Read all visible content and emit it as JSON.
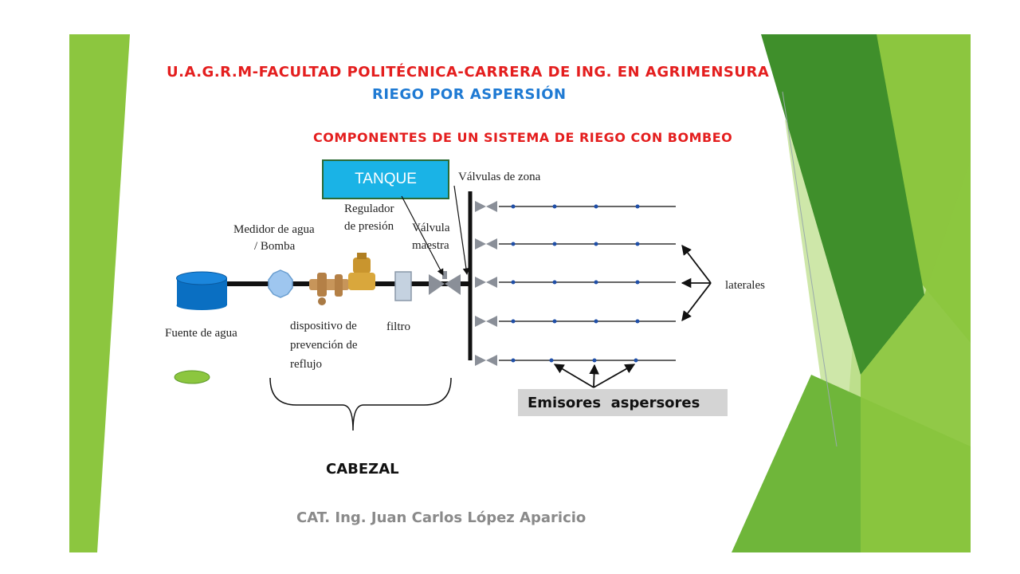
{
  "header": {
    "institution": "U.A.G.R.M-FACULTAD POLITÉCNICA-CARRERA DE ING. EN AGRIMENSURA",
    "subject": "RIEGO POR ASPERSIÓN",
    "topic": "COMPONENTES DE UN SISTEMA DE RIEGO CON BOMBEO"
  },
  "diagram": {
    "tank": "TANQUE",
    "zone_valves": "Válvulas de zona",
    "meter": [
      "Medidor de agua",
      "/ Bomba"
    ],
    "regulator": [
      "Regulador",
      "de presión"
    ],
    "master_valve": [
      "Válvula",
      "maestra"
    ],
    "water_source": "Fuente de agua",
    "backflow": [
      "dispositivo de",
      "prevención de",
      "reflujo"
    ],
    "filter": "filtro",
    "laterals": "laterales",
    "emitters": "Emisores  aspersores",
    "head": "CABEZAL"
  },
  "footer": {
    "author": "CAT. Ing. Juan Carlos López Aparicio"
  },
  "colors": {
    "title_red": "#e41e1e",
    "subtitle_blue": "#1f7ad3",
    "tank_cyan": "#1ab3e6",
    "water_source_blue": "#0a6fc2",
    "green_dark": "#3f8f2b",
    "green_light": "#8cc63f"
  }
}
